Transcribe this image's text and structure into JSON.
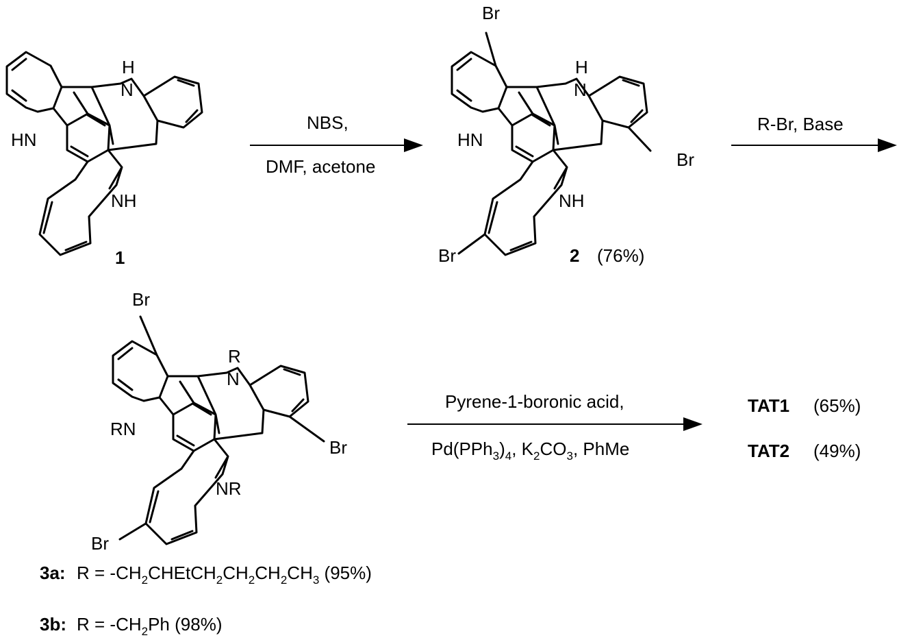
{
  "compounds": {
    "c1": {
      "number": "1",
      "atoms": {
        "n1": "H",
        "n1b": "N",
        "n2": "HN",
        "n3": "NH"
      }
    },
    "c2": {
      "number": "2",
      "yield": "(76%)",
      "atoms": {
        "br1": "Br",
        "br2": "Br",
        "br3": "Br",
        "n1": "H",
        "n1b": "N",
        "n2": "HN",
        "n3": "NH"
      }
    },
    "c3": {
      "atoms": {
        "br1": "Br",
        "br2": "Br",
        "br3": "Br",
        "n1": "R",
        "n1b": "N",
        "n2": "RN",
        "n3": "NR"
      }
    }
  },
  "reactions": {
    "step1": {
      "above": "NBS,",
      "below": "DMF, acetone"
    },
    "step2": {
      "above": "R-Br, Base"
    },
    "step3": {
      "above": "Pyrene-1-boronic acid,",
      "below": "Pd(PPh3)4, K2CO3, PhMe"
    }
  },
  "products": [
    {
      "name": "TAT1",
      "yield": "(65%)"
    },
    {
      "name": "TAT2",
      "yield": "(49%)"
    }
  ],
  "substituents": [
    {
      "id": "3a:",
      "text": "R = -CH2CHEtCH2CH2CH2CH3 (95%)"
    },
    {
      "id": "3b:",
      "text": "R = -CH2Ph (98%)"
    }
  ]
}
